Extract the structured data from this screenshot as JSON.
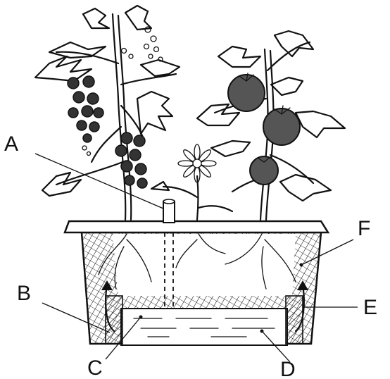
{
  "labels": {
    "A": "A",
    "B": "B",
    "C": "C",
    "D": "D",
    "E": "E",
    "F": "F"
  },
  "colors": {
    "ink": "#111111",
    "tomato": "#555555",
    "cherry": "#333333",
    "paper": "#ffffff"
  }
}
